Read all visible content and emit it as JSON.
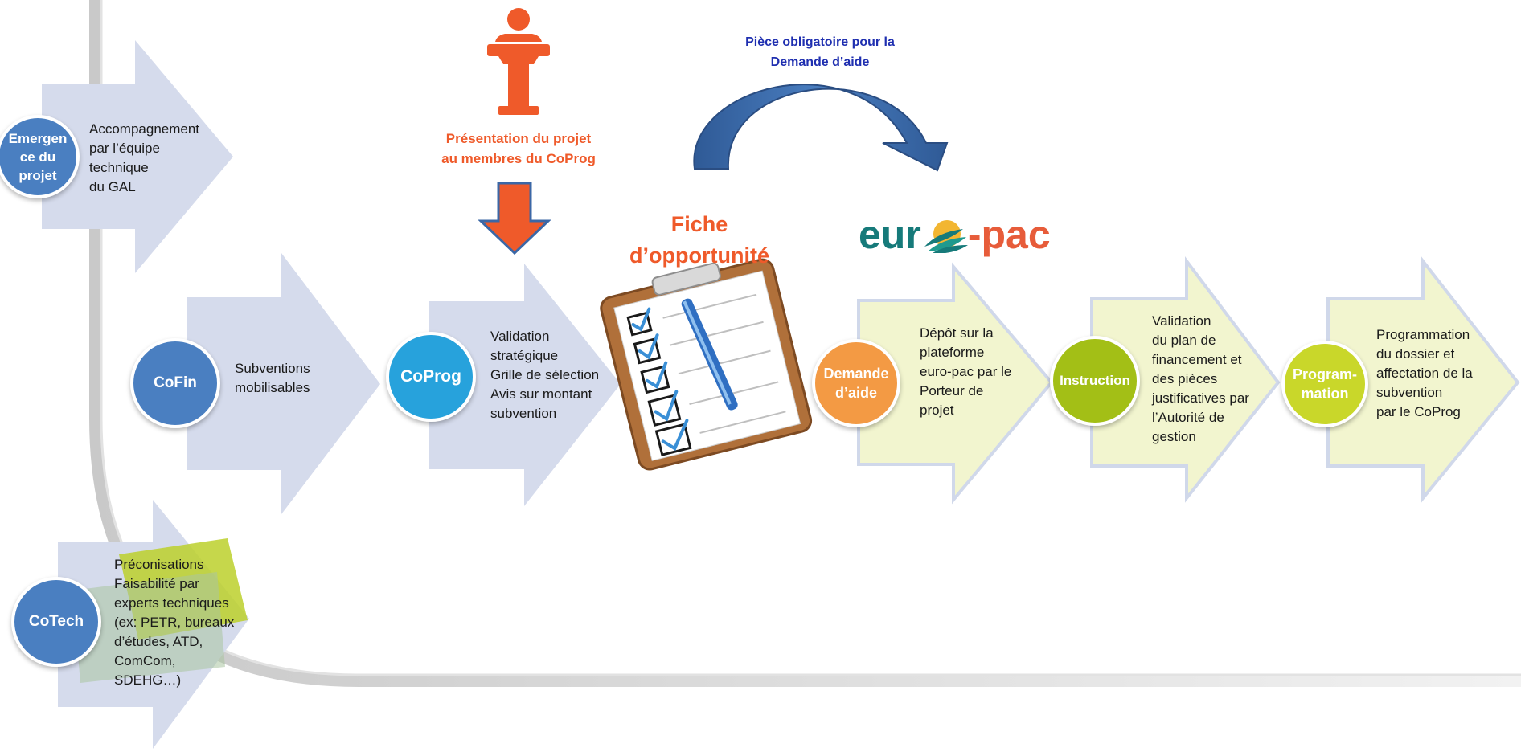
{
  "steps": {
    "emergence": {
      "circle": "Emergen\nce du\nprojet",
      "text": "Accompagnement\npar l’équipe\n technique\ndu GAL"
    },
    "cofin": {
      "circle": "CoFin",
      "text": "Subventions\nmobilisables"
    },
    "coprog": {
      "circle": "CoProg",
      "text": "Validation\nstratégique\nGrille de sélection\nAvis sur montant\nsubvention"
    },
    "cotech": {
      "circle": "CoTech",
      "text": "Préconisations\nFaisabilité par\nexperts techniques\n(ex: PETR, bureaux\nd’études, ATD,\nComCom,\nSDEHG…)"
    },
    "demande": {
      "circle": "Demande\nd’aide",
      "text": "Dépôt sur la\nplateforme\neuro-pac par le\nPorteur de\nprojet"
    },
    "instruction": {
      "circle": "Instruction",
      "text": "Validation\ndu plan de\nfinancement et\ndes pièces\njustificatives par\nl’Autorité de\ngestion"
    },
    "programmation": {
      "circle": "Program-\nmation",
      "text": "Programmation\ndu dossier et\naffectation de la\nsubvention\npar le CoProg"
    }
  },
  "presentation_label": "Présentation du projet\nau membres du CoProg",
  "mandatory_label": "Pièce obligatoire pour la\nDemande d’aide",
  "fiche_title": "Fiche\nd’opportunité",
  "logo": {
    "part1": "eur",
    "part2": "-pac"
  },
  "colors": {
    "blue_arrow": "#d5dbec",
    "yellow_arrow": "#f2f5cf",
    "orange_accent": "#ef5a2a",
    "navy_text": "#1f2fb0",
    "curved_arrow": "#3b67a6"
  }
}
